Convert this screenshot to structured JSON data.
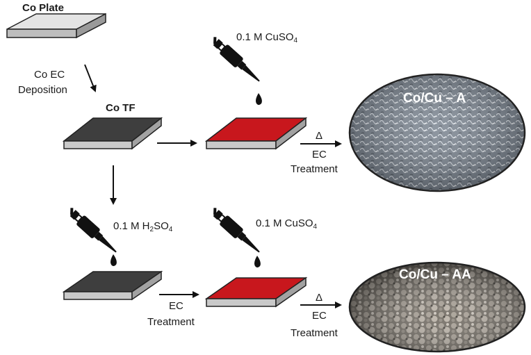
{
  "plates": {
    "co_plate_label": "Co Plate",
    "co_tf_label": "Co TF"
  },
  "steps": {
    "co_ec_deposition_line1": "Co EC",
    "co_ec_deposition_line2": "Deposition",
    "reagent_cuso4_top": "0.1 M CuSO",
    "reagent_cuso4_top_sub": "4",
    "reagent_h2so4": "0.1 M H",
    "reagent_h2so4_sub1": "2",
    "reagent_h2so4_mid": "SO",
    "reagent_h2so4_sub2": "4",
    "reagent_cuso4_bottom": "0.1 M CuSO",
    "reagent_cuso4_bottom_sub": "4",
    "delta_top": "Δ",
    "ec_top": "EC",
    "treatment_top": "Treatment",
    "ec_mid": "EC",
    "treatment_mid": "Treatment",
    "delta_bottom": "Δ",
    "ec_bottom": "EC",
    "treatment_bottom": "Treatment"
  },
  "results": {
    "top_label": "Co/Cu – A",
    "bottom_label": "Co/Cu – AA"
  },
  "colors": {
    "plate_light": "#e6e6e6",
    "plate_dark": "#3c3c3c",
    "plate_red": "#c8171d",
    "plate_side": "#a9a9a9",
    "ink": "#111111",
    "sem_top": "#6f7884",
    "sem_bottom": "#7a746a"
  }
}
